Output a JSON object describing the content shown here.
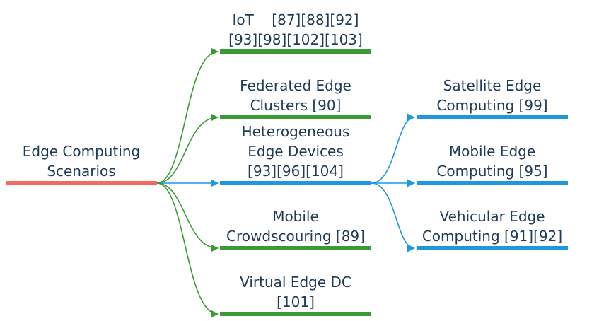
{
  "colors": {
    "root": "#f4685f",
    "green": "#3a9a35",
    "blue": "#1e98d8",
    "text": "#1f3b57"
  },
  "root": {
    "line1": "Edge Computing",
    "line2": "Scenarios"
  },
  "branches": [
    {
      "id": "iot",
      "line1": "IoT    [87][88][92]",
      "line2": "[93][98][102][103]",
      "line3": ""
    },
    {
      "id": "federated",
      "line1": "Federated Edge",
      "line2": "Clusters [90]",
      "line3": ""
    },
    {
      "id": "heterogeneous",
      "line1": "Heterogeneous",
      "line2": "Edge Devices",
      "line3": "[93][96][104]"
    },
    {
      "id": "crowdsourcing",
      "line1": "Mobile",
      "line2": "Crowdscouring [89]",
      "line3": ""
    },
    {
      "id": "virtual-dc",
      "line1": "Virtual Edge DC",
      "line2": "[101]",
      "line3": ""
    }
  ],
  "sub_branches": [
    {
      "id": "satellite",
      "line1": "Satellite Edge",
      "line2": "Computing [99]"
    },
    {
      "id": "mobile-edge",
      "line1": "Mobile Edge",
      "line2": "Computing [95]"
    },
    {
      "id": "vehicular",
      "line1": "Vehicular Edge",
      "line2": "Computing [91][92]"
    }
  ]
}
